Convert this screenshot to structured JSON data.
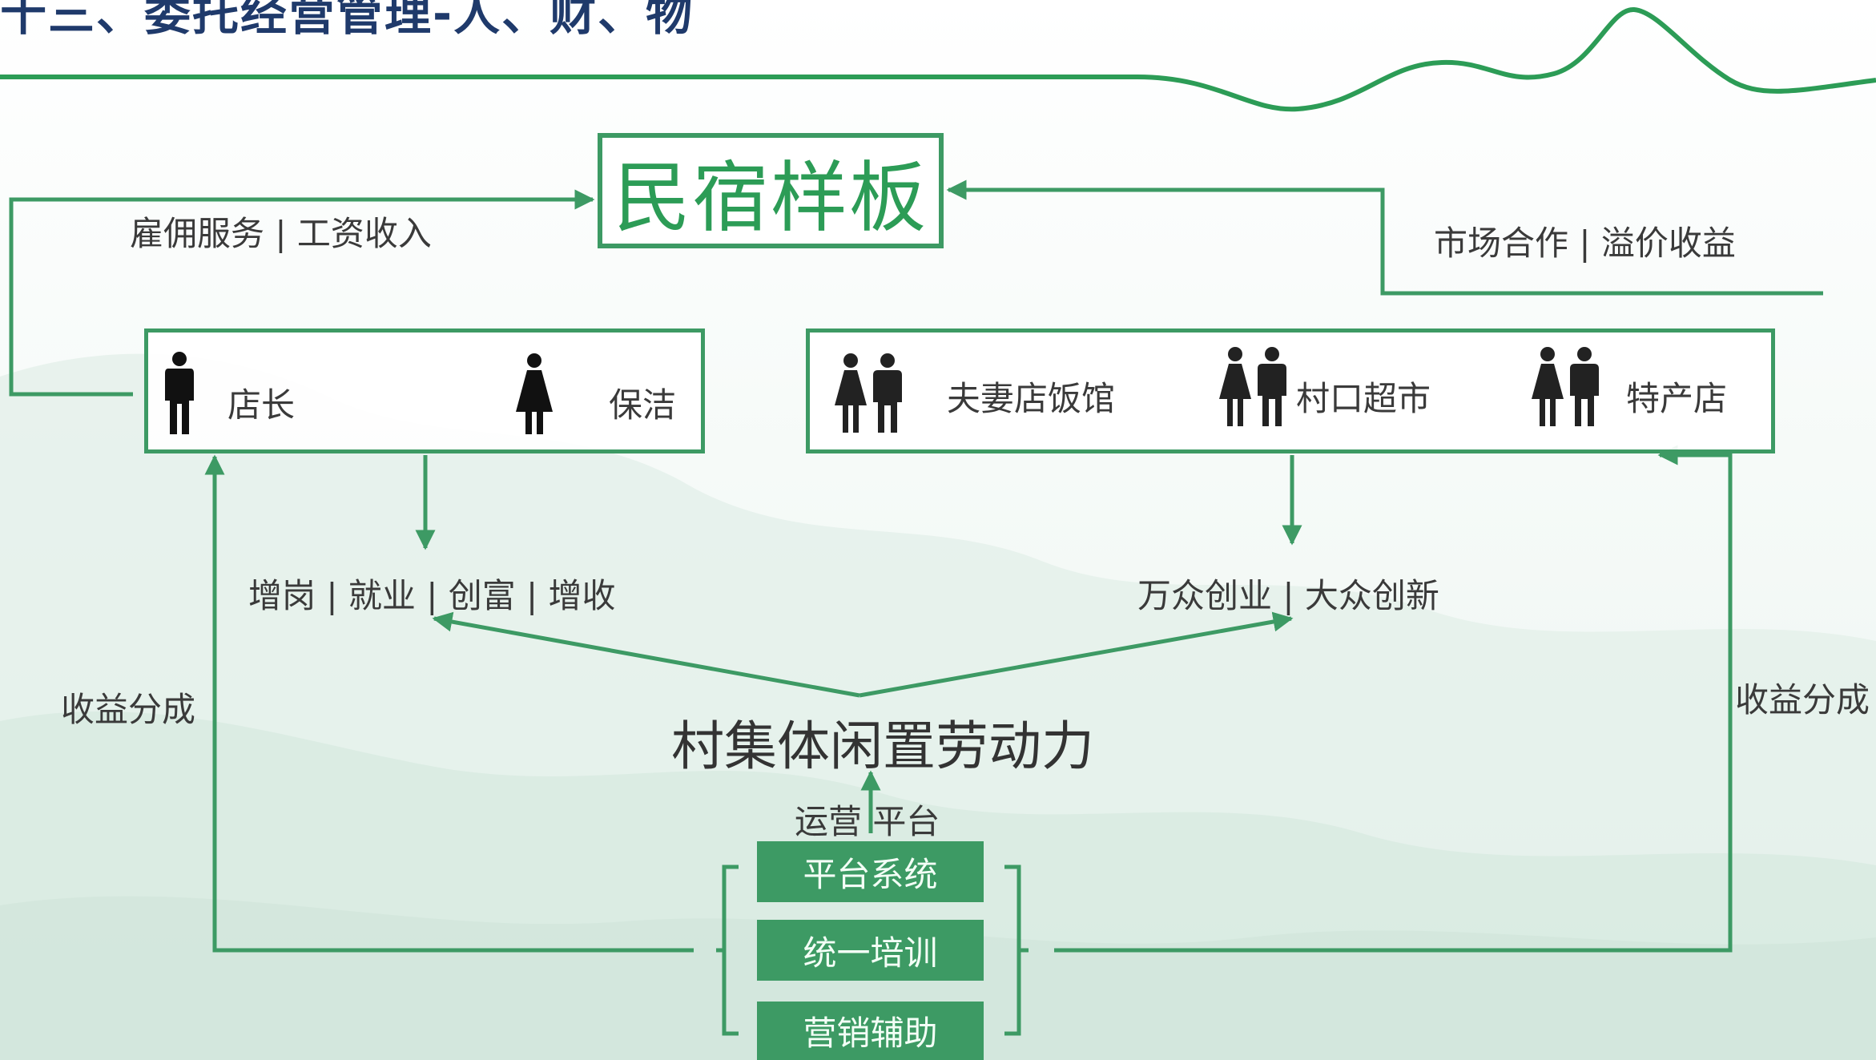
{
  "page_title": "十三、委托经营管理-人、财、物",
  "center_box": "民宿样板",
  "left_top_label": "雇佣服务 | 工资收入",
  "right_top_label": "市场合作 |  溢价收益",
  "left_box": {
    "items": [
      "店长",
      "保洁"
    ]
  },
  "right_box": {
    "items": [
      "夫妻店饭馆",
      "村口超市",
      "特产店"
    ]
  },
  "left_benefit": "增岗 | 就业 | 创富 | 增收",
  "right_benefit": "万众创业 | 大众创新",
  "left_side_label": "收益分成",
  "right_side_label": "收益分成",
  "labor_label": "村集体闲置劳动力",
  "ops_label": "运营 平台",
  "platform_items": [
    "平台系统",
    "统一培训",
    "营销辅助"
  ],
  "colors": {
    "green": "#3d9a64",
    "title": "#1f3a6b",
    "text": "#3a3a3a"
  },
  "icons": [
    "man-icon",
    "woman-icon",
    "couple-icon"
  ]
}
